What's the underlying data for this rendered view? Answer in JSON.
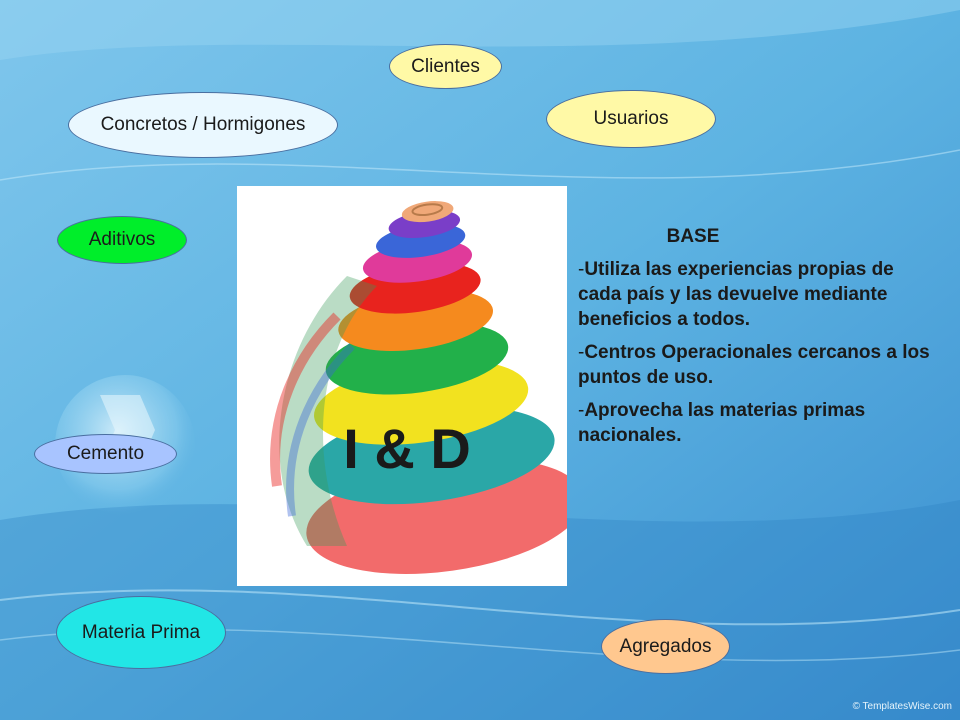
{
  "nodes": {
    "clientes": "Clientes",
    "usuarios": "Usuarios",
    "concretos": "Concretos / Hormigones",
    "aditivos": "Aditivos",
    "cemento": "Cemento",
    "materia_prima": "Materia Prima",
    "agregados": "Agregados"
  },
  "center": {
    "label": "I & D"
  },
  "base": {
    "title": "BASE",
    "bullets": [
      "Utiliza las experiencias propias de cada país y las devuelve mediante beneficios a todos.",
      "Centros Operacionales cercanos a los puntos de uso.",
      "Aprovecha las materias primas nacionales."
    ]
  },
  "watermark": "© TemplatesWise.com",
  "colors": {
    "clientes": "#fff9a6",
    "usuarios": "#fff9a6",
    "concretos": "#eaf8ff",
    "aditivos": "#00ee2a",
    "cemento": "#a8c4ff",
    "materia_prima": "#22e6e6",
    "agregados": "#ffc88f"
  }
}
